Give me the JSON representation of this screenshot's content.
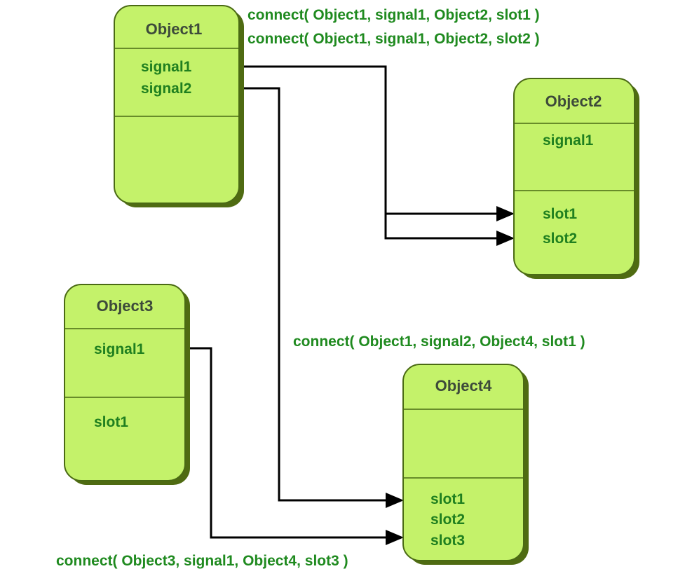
{
  "objects": {
    "object1": {
      "title": "Object1",
      "signals": [
        "signal1",
        "signal2"
      ],
      "slots": []
    },
    "object2": {
      "title": "Object2",
      "signals": [
        "signal1"
      ],
      "slots": [
        "slot1",
        "slot2"
      ]
    },
    "object3": {
      "title": "Object3",
      "signals": [
        "signal1"
      ],
      "slots": [
        "slot1"
      ]
    },
    "object4": {
      "title": "Object4",
      "signals": [],
      "slots": [
        "slot1",
        "slot2",
        "slot3"
      ]
    }
  },
  "connections": [
    "connect( Object1, signal1, Object2, slot1 )",
    "connect( Object1, signal1, Object2, slot2 )",
    "connect( Object1, signal2, Object4, slot1 )",
    "connect( Object3, signal1, Object4, slot3 )"
  ],
  "colors": {
    "box_fill": "#c4f26a",
    "box_shadow": "#4f6b12",
    "label_green": "#1f8a1f",
    "title_gray": "#3d4a3a",
    "line": "#000000"
  }
}
